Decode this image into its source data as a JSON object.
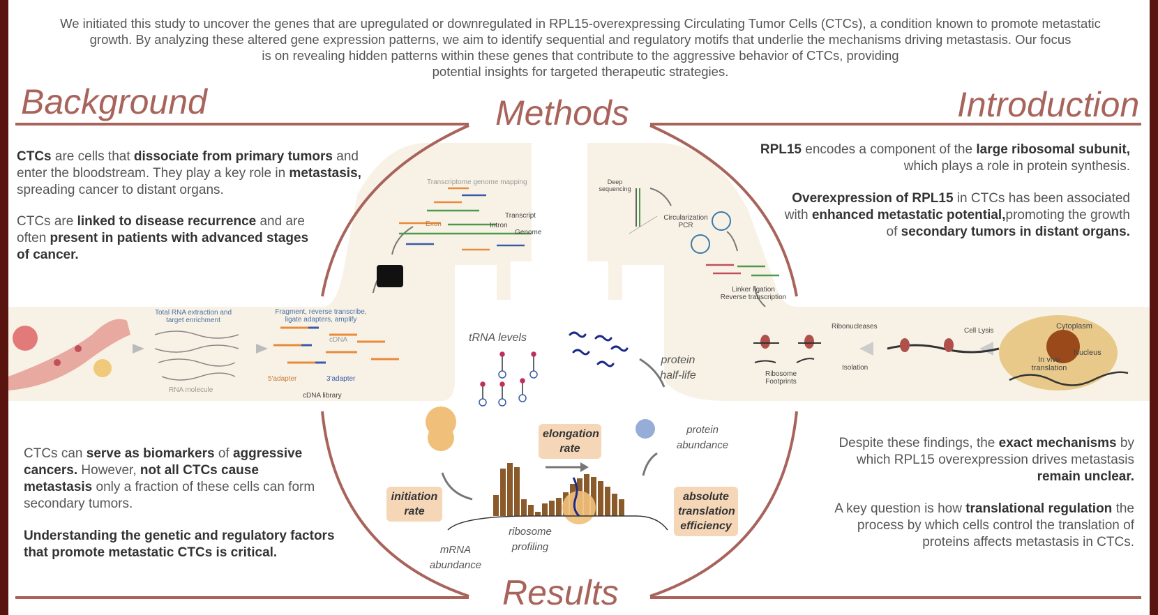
{
  "abstract": {
    "line1": "We initiated this study to uncover the genes that are upregulated or downregulated in RPL15-overexpressing Circulating Tumor Cells (CTCs), a condition known to promote metastatic",
    "line2": "growth. By analyzing these altered gene expression patterns, we aim to identify sequential and regulatory motifs that underlie the mechanisms driving metastasis. Our focus",
    "line3": "is on revealing hidden patterns within these genes that contribute to the aggressive behavior of CTCs, providing",
    "line4": "potential insights for targeted therapeutic strategies."
  },
  "headings": {
    "background": "Background",
    "methods": "Methods",
    "introduction": "Introduction",
    "results": "Results"
  },
  "background": {
    "p1": [
      {
        "t": "CTCs",
        "b": true
      },
      {
        "t": " are cells that ",
        "b": false
      },
      {
        "t": "dissociate from primary tumors",
        "b": true
      },
      {
        "t": " and enter the bloodstream. They play a key role in ",
        "b": false
      },
      {
        "t": "metastasis,",
        "b": true
      },
      {
        "t": " spreading cancer to distant organs.",
        "b": false
      }
    ],
    "p2": [
      {
        "t": "CTCs are ",
        "b": false
      },
      {
        "t": "linked to disease recurrence",
        "b": true
      },
      {
        "t": " and are often ",
        "b": false
      },
      {
        "t": "present in patients with advanced stages of cancer.",
        "b": true
      }
    ],
    "p3": [
      {
        "t": "CTCs can ",
        "b": false
      },
      {
        "t": "serve as biomarkers",
        "b": true
      },
      {
        "t": " of ",
        "b": false
      },
      {
        "t": "aggressive cancers.",
        "b": true
      },
      {
        "t": " However, ",
        "b": false
      },
      {
        "t": "not all CTCs cause metastasis",
        "b": true
      },
      {
        "t": " only a fraction of these cells can form secondary tumors.",
        "b": false
      }
    ],
    "p4": [
      {
        "t": "Understanding the genetic and regulatory factors that promote metastatic CTCs is critical.",
        "b": true
      }
    ]
  },
  "introduction": {
    "p1": [
      {
        "t": "RPL15",
        "b": true
      },
      {
        "t": " encodes a component of the ",
        "b": false
      },
      {
        "t": "large ribosomal subunit,",
        "b": true
      },
      {
        "t": " which plays a role in protein synthesis.",
        "b": false
      }
    ],
    "p2": [
      {
        "t": "Overexpression of RPL15",
        "b": true
      },
      {
        "t": " in CTCs has been associated with ",
        "b": false
      },
      {
        "t": "enhanced metastatic potential,",
        "b": true
      },
      {
        "t": "promoting the growth of ",
        "b": false
      },
      {
        "t": "secondary tumors in distant organs.",
        "b": true
      }
    ],
    "p3": [
      {
        "t": "Despite these findings, the ",
        "b": false
      },
      {
        "t": "exact mechanisms",
        "b": true
      },
      {
        "t": " by which RPL15 overexpression drives metastasis ",
        "b": false
      },
      {
        "t": "remain unclear.",
        "b": true
      }
    ],
    "p4": [
      {
        "t": "A key question is how ",
        "b": false
      },
      {
        "t": "translational regulation",
        "b": true
      },
      {
        "t": " the process by which cells control the translation of proteins affects metastasis in CTCs.",
        "b": false
      }
    ]
  },
  "left_workflow": {
    "rna": "Total RNA extraction and target enrichment",
    "rna_molecule": "RNA molecule",
    "fragment": "Fragment, reverse transcribe, ligate adapters, amplify",
    "cdna": "cDNA",
    "adapter5": "5'adapter",
    "adapter3": "3'adapter",
    "cdna_library": "cDNA library",
    "mapping": "Transcriptome genome mapping",
    "transcript": "Transcript",
    "exon": "Exon",
    "intron": "Intron",
    "genome": "Genome"
  },
  "right_workflow": {
    "deep": "Deep sequencing",
    "circ": "Circularization PCR",
    "linker": "Linker ligation Reverse transcription",
    "ribonucleases": "Ribonucleases",
    "cell_lysis": "Cell Lysis",
    "cytoplasm": "Cytoplasm",
    "nucleus": "Nucleus",
    "invivo": "In vivo translation",
    "isolation": "Isolation",
    "footprints": "Ribosome Footprints"
  },
  "center": {
    "trna": "tRNA levels",
    "half_life": "protein half-life",
    "protein_abundance": "protein abundance",
    "elongation": "elongation rate",
    "initiation": "initiation rate",
    "absolute": "absolute translation efficiency",
    "ribosome_profiling": "ribosome profiling",
    "mrna": "mRNA abundance"
  },
  "colors": {
    "accent": "#a8635b",
    "panel": "#f8f2e6",
    "box": "#f5d7b8",
    "bars": "#8b5a2b",
    "frame": "#5a1410"
  }
}
